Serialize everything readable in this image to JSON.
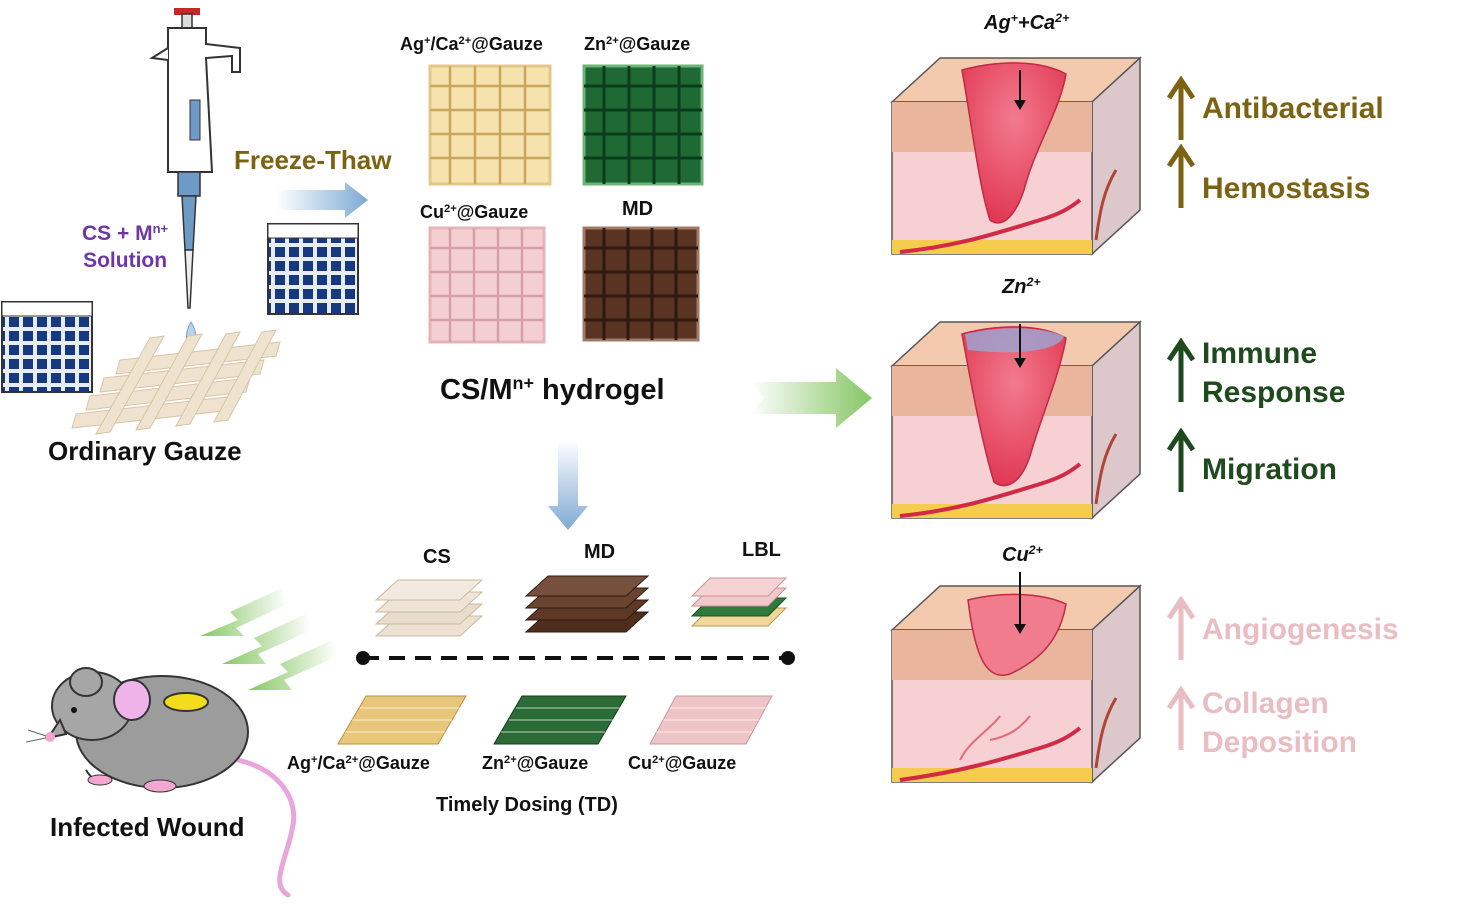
{
  "colors": {
    "olive": "#7b6313",
    "dark_green": "#1e4a1e",
    "pink": "#e9bdc1",
    "purple": "#6f36a6",
    "arrow_blue": "#8fb2d6",
    "arrow_green": "#8ec86c",
    "wound_red": "#e64560",
    "skin": "#f2c1a8"
  },
  "icons": [
    "pipette-icon",
    "mouse-icon",
    "skin-wound-block-icon",
    "gauze-mesh-icon",
    "up-arrow-icon",
    "block-arrow-icon"
  ],
  "prep": {
    "solution_line1": "CS + M",
    "solution_sup": "n+",
    "solution_line2": "Solution",
    "ordinary_gauze": "Ordinary Gauze",
    "freeze_thaw": "Freeze-Thaw"
  },
  "hydrogel": {
    "agca": {
      "pre": "Ag",
      "sup1": "+",
      "mid": "/Ca",
      "sup2": "2+",
      "post": "@Gauze"
    },
    "zn": {
      "pre": "Zn",
      "sup1": "2+",
      "post": "@Gauze"
    },
    "cu": {
      "pre": "Cu",
      "sup1": "2+",
      "post": "@Gauze"
    },
    "md": "MD",
    "title_pre": "CS/M",
    "title_sup": "n+",
    "title_post": " hydrogel"
  },
  "dosing": {
    "top_labels": [
      "CS",
      "MD",
      "LBL"
    ],
    "agca": {
      "pre": "Ag",
      "sup1": "+",
      "mid": "/Ca",
      "sup2": "2+",
      "post": "@Gauze"
    },
    "zn": {
      "pre": "Zn",
      "sup1": "2+",
      "post": "@Gauze"
    },
    "cu": {
      "pre": "Cu",
      "sup1": "2+",
      "post": "@Gauze"
    },
    "caption": "Timely Dosing (TD)"
  },
  "mouse_label": "Infected Wound",
  "panels": {
    "ion1": {
      "a": "Ag",
      "a_sup": "+",
      "b": "+Ca",
      "b_sup": "2+"
    },
    "ion2": {
      "a": "Zn",
      "a_sup": "2+"
    },
    "ion3": {
      "a": "Cu",
      "a_sup": "2+"
    }
  },
  "effects": {
    "antibacterial": "Antibacterial",
    "hemostasis": "Hemostasis",
    "immune_1": "Immune",
    "immune_2": "Response",
    "migration": "Migration",
    "angiogenesis": "Angiogenesis",
    "collagen_1": "Collagen",
    "collagen_2": "Deposition"
  }
}
